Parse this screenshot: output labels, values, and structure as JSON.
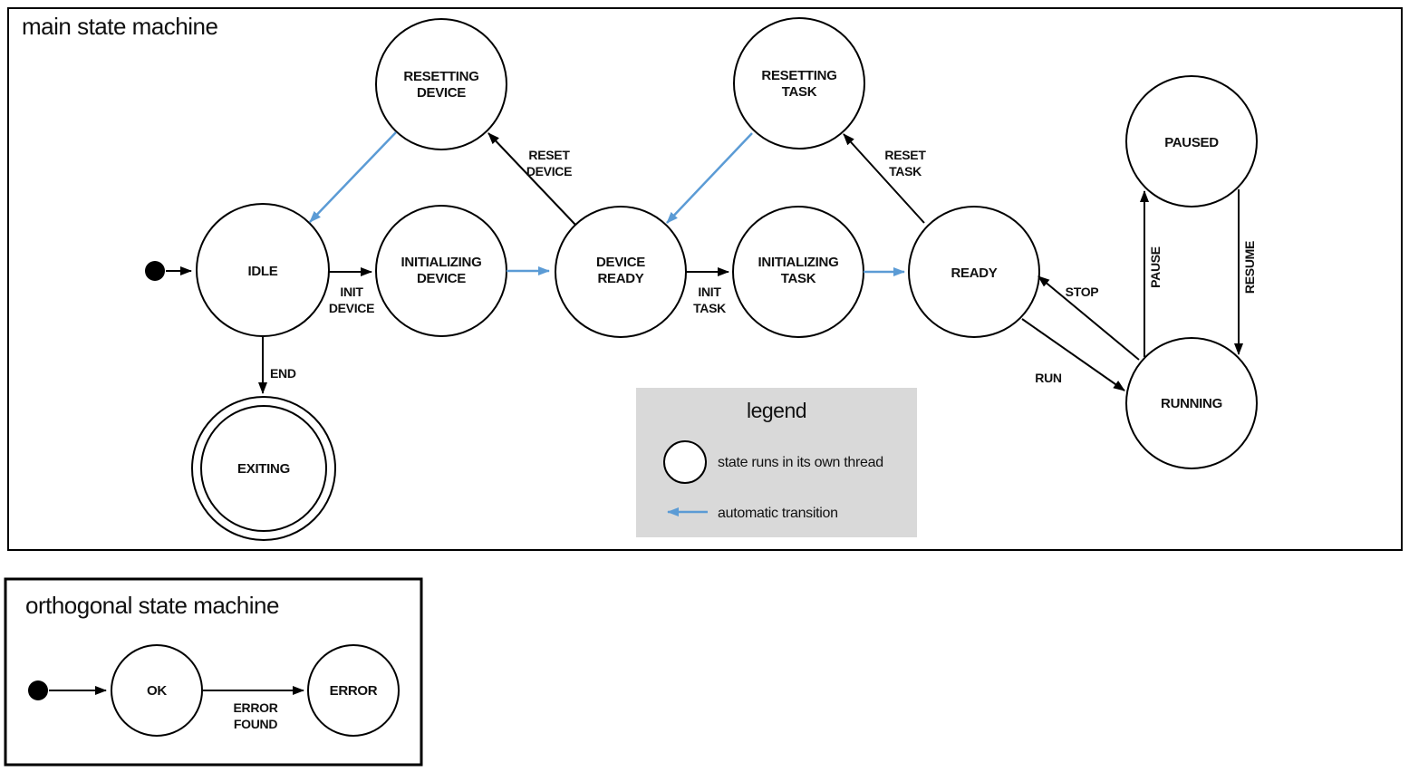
{
  "main": {
    "title": "main state machine",
    "states": {
      "idle": "IDLE",
      "resetting_device": [
        "RESETTING",
        "DEVICE"
      ],
      "initializing_device": [
        "INITIALIZING",
        "DEVICE"
      ],
      "device_ready": [
        "DEVICE",
        "READY"
      ],
      "resetting_task": [
        "RESETTING",
        "TASK"
      ],
      "initializing_task": [
        "INITIALIZING",
        "TASK"
      ],
      "ready": "READY",
      "paused": "PAUSED",
      "running": "RUNNING",
      "exiting": "EXITING"
    },
    "transitions": {
      "init_device": [
        "INIT",
        "DEVICE"
      ],
      "init_task": [
        "INIT",
        "TASK"
      ],
      "reset_device": [
        "RESET",
        "DEVICE"
      ],
      "reset_task": [
        "RESET",
        "TASK"
      ],
      "stop": "STOP",
      "run": "RUN",
      "pause": "PAUSE",
      "resume": "RESUME",
      "end": "END"
    }
  },
  "legend": {
    "title": "legend",
    "thread_label": "state runs in its own thread",
    "auto_label": "automatic transition"
  },
  "orthogonal": {
    "title": "orthogonal state machine",
    "states": {
      "ok": "OK",
      "error": "ERROR"
    },
    "transitions": {
      "error_found": [
        "ERROR",
        "FOUND"
      ]
    }
  },
  "colors": {
    "line": "#000000",
    "state_fill": "#b4c7e7",
    "auto_arrow": "#5b9bd5",
    "legend_bg": "#d9d9d9"
  }
}
